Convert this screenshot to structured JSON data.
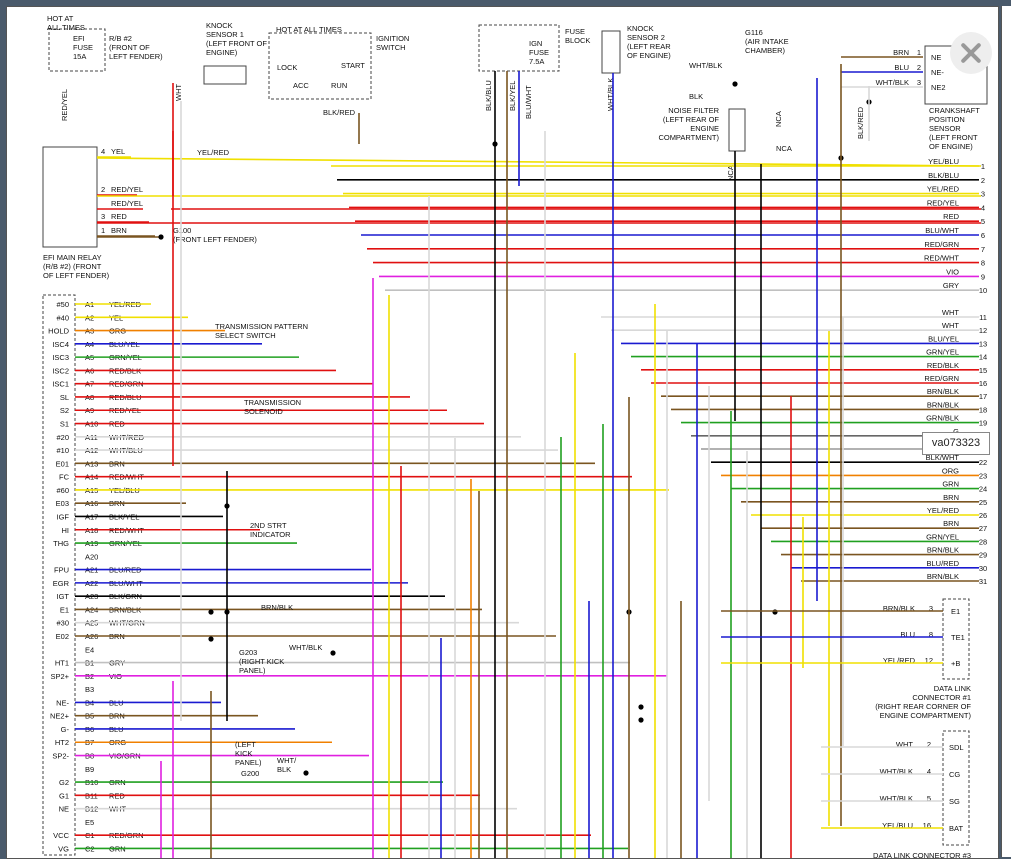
{
  "diagram_id": "va073323",
  "colors": {
    "RED": "#e01010",
    "YEL": "#f0e000",
    "ORG": "#f08000",
    "BLU": "#1a1ad0",
    "BRN": "#7a5520",
    "GRN": "#20a020",
    "VIO": "#e020e0",
    "GRY": "#c0c0c0",
    "WHT": "#d8d8d8",
    "BLK": "#000000"
  },
  "top": {
    "hot1": "HOT AT\nALL TIMES",
    "efi_fuse": "EFI\nFUSE\n15A",
    "rb2": "R/B #2\n(FRONT OF\nLEFT FENDER)",
    "knock1": "KNOCK\nSENSOR 1\n(LEFT FRONT OF\nENGINE)",
    "hot2": "HOT AT ALL TIMES",
    "ign_switch": "IGNITION\nSWITCH",
    "lock": "LOCK",
    "acc": "ACC",
    "start": "START",
    "run": "RUN",
    "ign_fuse": "IGN\nFUSE\n7.5A",
    "fuse_block": "FUSE\nBLOCK",
    "knock2": "KNOCK\nSENSOR 2\n(LEFT REAR\nOF ENGINE)",
    "g116": "G116\n(AIR INTAKE\nCHAMBER)",
    "noise": "NOISE FILTER\n(LEFT REAR OF\nENGINE\nCOMPARTMENT)",
    "ckp": "CRANKSHAFT\nPOSITION\nSENSOR\n(LEFT FRONT\nOF ENGINE)",
    "efi_relay": "EFI MAIN RELAY\n(R/B #2) (FRONT\nOF LEFT FENDER)",
    "g100": "G100\n(FRONT LEFT FENDER)",
    "wire_labels": [
      "RED/YEL",
      "WHT",
      "BLK/RED",
      "BLK/BLU",
      "BLK/YEL",
      "BLU/WHT",
      "WHT/BLK",
      "WHT/BLK",
      "BLK",
      "NCA",
      "NCA",
      "NCA",
      "BLK/RED",
      "YEL/RED"
    ]
  },
  "ckp_pins": [
    {
      "n": "1",
      "p": "NE",
      "w": "BRN"
    },
    {
      "n": "2",
      "p": "NE-",
      "w": "BLU"
    },
    {
      "n": "3",
      "p": "NE2",
      "w": "WHT/BLK"
    }
  ],
  "relay_pins": [
    {
      "n": "4",
      "w": "YEL"
    },
    {
      "n": "2",
      "w": "RED/YEL"
    },
    {
      "n": "",
      "w": "RED/YEL"
    },
    {
      "n": "3",
      "w": "RED"
    },
    {
      "n": "1",
      "w": "BRN"
    }
  ],
  "ecm_pins": [
    {
      "sig": "#50",
      "pin": "A1",
      "w": "YEL/RED"
    },
    {
      "sig": "#40",
      "pin": "A2",
      "w": "YEL"
    },
    {
      "sig": "HOLD",
      "pin": "A3",
      "w": "ORG"
    },
    {
      "sig": "ISC4",
      "pin": "A4",
      "w": "BLU/YEL"
    },
    {
      "sig": "ISC3",
      "pin": "A5",
      "w": "GRN/YEL"
    },
    {
      "sig": "ISC2",
      "pin": "A6",
      "w": "RED/BLK"
    },
    {
      "sig": "ISC1",
      "pin": "A7",
      "w": "RED/GRN"
    },
    {
      "sig": "SL",
      "pin": "A8",
      "w": "RED/BLU"
    },
    {
      "sig": "S2",
      "pin": "A9",
      "w": "RED/YEL"
    },
    {
      "sig": "S1",
      "pin": "A10",
      "w": "RED"
    },
    {
      "sig": "#20",
      "pin": "A11",
      "w": "WHT/RED"
    },
    {
      "sig": "#10",
      "pin": "A12",
      "w": "WHT/BLU"
    },
    {
      "sig": "E01",
      "pin": "A13",
      "w": "BRN"
    },
    {
      "sig": "FC",
      "pin": "A14",
      "w": "RED/WHT"
    },
    {
      "sig": "#60",
      "pin": "A15",
      "w": "YEL/BLU"
    },
    {
      "sig": "E03",
      "pin": "A16",
      "w": "BRN"
    },
    {
      "sig": "IGF",
      "pin": "A17",
      "w": "BLK/YEL"
    },
    {
      "sig": "HI",
      "pin": "A18",
      "w": "RED/WHT"
    },
    {
      "sig": "THG",
      "pin": "A19",
      "w": "GRN/YEL"
    },
    {
      "sig": "",
      "pin": "A20",
      "w": ""
    },
    {
      "sig": "FPU",
      "pin": "A21",
      "w": "BLU/RED"
    },
    {
      "sig": "EGR",
      "pin": "A22",
      "w": "BLU/WHT"
    },
    {
      "sig": "IGT",
      "pin": "A23",
      "w": "BLK/GRN"
    },
    {
      "sig": "E1",
      "pin": "A24",
      "w": "BRN/BLK"
    },
    {
      "sig": "#30",
      "pin": "A25",
      "w": "WHT/GRN"
    },
    {
      "sig": "E02",
      "pin": "A26",
      "w": "BRN"
    },
    {
      "sig": "",
      "pin": "E4",
      "w": ""
    },
    {
      "sig": "HT1",
      "pin": "B1",
      "w": "GRY"
    },
    {
      "sig": "SP2+",
      "pin": "B2",
      "w": "VIO"
    },
    {
      "sig": "",
      "pin": "B3",
      "w": ""
    },
    {
      "sig": "NE-",
      "pin": "B4",
      "w": "BLU"
    },
    {
      "sig": "NE2+",
      "pin": "B5",
      "w": "BRN"
    },
    {
      "sig": "G-",
      "pin": "B6",
      "w": "BLU"
    },
    {
      "sig": "HT2",
      "pin": "B7",
      "w": "ORG"
    },
    {
      "sig": "SP2-",
      "pin": "B8",
      "w": "VIO/GRN"
    },
    {
      "sig": "",
      "pin": "B9",
      "w": ""
    },
    {
      "sig": "G2",
      "pin": "B10",
      "w": "GRN"
    },
    {
      "sig": "G1",
      "pin": "B11",
      "w": "RED"
    },
    {
      "sig": "NE",
      "pin": "B12",
      "w": "WHT"
    },
    {
      "sig": "",
      "pin": "E5",
      "w": ""
    },
    {
      "sig": "VCC",
      "pin": "C1",
      "w": "RED/GRN"
    },
    {
      "sig": "VG",
      "pin": "C2",
      "w": "GRN"
    }
  ],
  "ecm_notes": {
    "tps": "TRANSMISSION PATTERN\nSELECT SWITCH",
    "sol": "TRANSMISSION\nSOLENOID",
    "strt": "2ND STRT\nINDICATOR",
    "g203": "G203\n(RIGHT KICK\nPANEL)",
    "g200a": "(LEFT\nKICK\nPANEL)",
    "g200": "G200",
    "brnblk": "BRN/BLK",
    "whtblk1": "WHT/BLK",
    "whtblk2": "WHT/\nBLK"
  },
  "right_wires": [
    {
      "n": "1",
      "w": "YEL/BLU"
    },
    {
      "n": "2",
      "w": "BLK/BLU"
    },
    {
      "n": "3",
      "w": "YEL/RED"
    },
    {
      "n": "4",
      "w": "RED/YEL"
    },
    {
      "n": "5",
      "w": "RED"
    },
    {
      "n": "6",
      "w": "BLU/WHT"
    },
    {
      "n": "7",
      "w": "RED/GRN"
    },
    {
      "n": "8",
      "w": "RED/WHT"
    },
    {
      "n": "9",
      "w": "VIO"
    },
    {
      "n": "10",
      "w": "GRY"
    },
    {
      "n": "11",
      "w": "WHT"
    },
    {
      "n": "12",
      "w": "WHT"
    },
    {
      "n": "13",
      "w": "BLU/YEL"
    },
    {
      "n": "14",
      "w": "GRN/YEL"
    },
    {
      "n": "15",
      "w": "RED/BLK"
    },
    {
      "n": "16",
      "w": "RED/GRN"
    },
    {
      "n": "17",
      "w": "BRN/BLK"
    },
    {
      "n": "18",
      "w": "BRN/BLK"
    },
    {
      "n": "19",
      "w": "GRN/BLK"
    },
    {
      "n": "20",
      "w": "G"
    },
    {
      "n": "21",
      "w": ""
    },
    {
      "n": "22",
      "w": "BLK/WHT"
    },
    {
      "n": "23",
      "w": "ORG"
    },
    {
      "n": "24",
      "w": "GRN"
    },
    {
      "n": "25",
      "w": "BRN"
    },
    {
      "n": "26",
      "w": "YEL/RED"
    },
    {
      "n": "27",
      "w": "BRN"
    },
    {
      "n": "28",
      "w": "GRN/YEL"
    },
    {
      "n": "29",
      "w": "BRN/BLK"
    },
    {
      "n": "30",
      "w": "BLU/RED"
    },
    {
      "n": "31",
      "w": "BRN/BLK"
    }
  ],
  "dlc1": {
    "title": "DATA LINK\nCONNECTOR #1\n(RIGHT REAR CORNER OF\nENGINE COMPARTMENT)",
    "pins": [
      {
        "w": "BRN/BLK",
        "n": "3",
        "p": "E1"
      },
      {
        "w": "BLU",
        "n": "8",
        "p": "TE1"
      },
      {
        "w": "YEL/RED",
        "n": "12",
        "p": "+B"
      }
    ]
  },
  "dlc3": {
    "title": "DATA LINK CONNECTOR #3",
    "pins": [
      {
        "w": "WHT",
        "n": "2",
        "p": "SDL"
      },
      {
        "w": "WHT/BLK",
        "n": "4",
        "p": "CG"
      },
      {
        "w": "WHT/BLK",
        "n": "5",
        "p": "SG"
      },
      {
        "w": "YEL/BLU",
        "n": "16",
        "p": "BAT"
      }
    ]
  }
}
